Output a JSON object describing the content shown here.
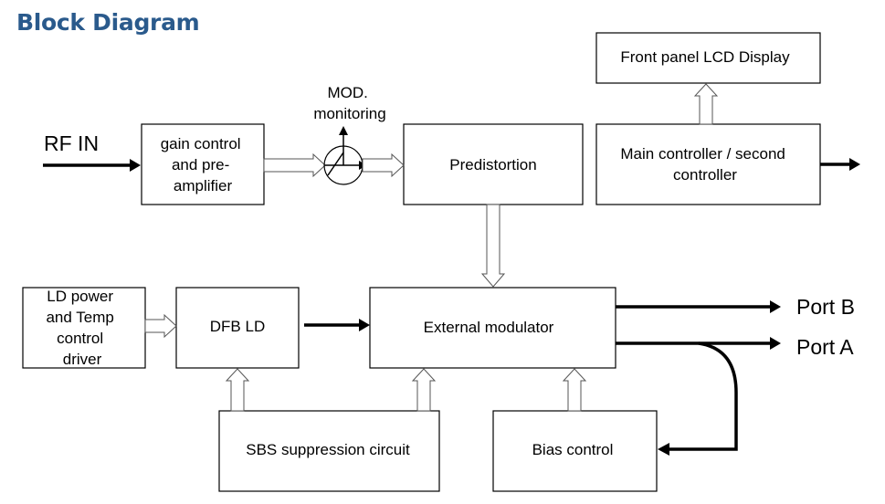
{
  "title": "Block Diagram",
  "inputs": {
    "rf_in": "RF IN"
  },
  "blocks": {
    "gain_control": [
      "gain control",
      "and pre-",
      "amplifier"
    ],
    "mod_monitoring": [
      "MOD.",
      "monitoring"
    ],
    "predistortion": [
      "Predistortion"
    ],
    "front_panel": [
      "Front panel LCD Display"
    ],
    "main_controller": [
      "Main controller / second",
      "controller"
    ],
    "ld_power": [
      "LD power",
      "and Temp",
      "control",
      "driver"
    ],
    "dfb_ld": [
      "DFB LD"
    ],
    "external_modulator": [
      "External modulator"
    ],
    "sbs_suppression": [
      "SBS suppression circuit"
    ],
    "bias_control": [
      "Bias control"
    ]
  },
  "outputs": {
    "port_b": "Port B",
    "port_a": "Port A"
  }
}
